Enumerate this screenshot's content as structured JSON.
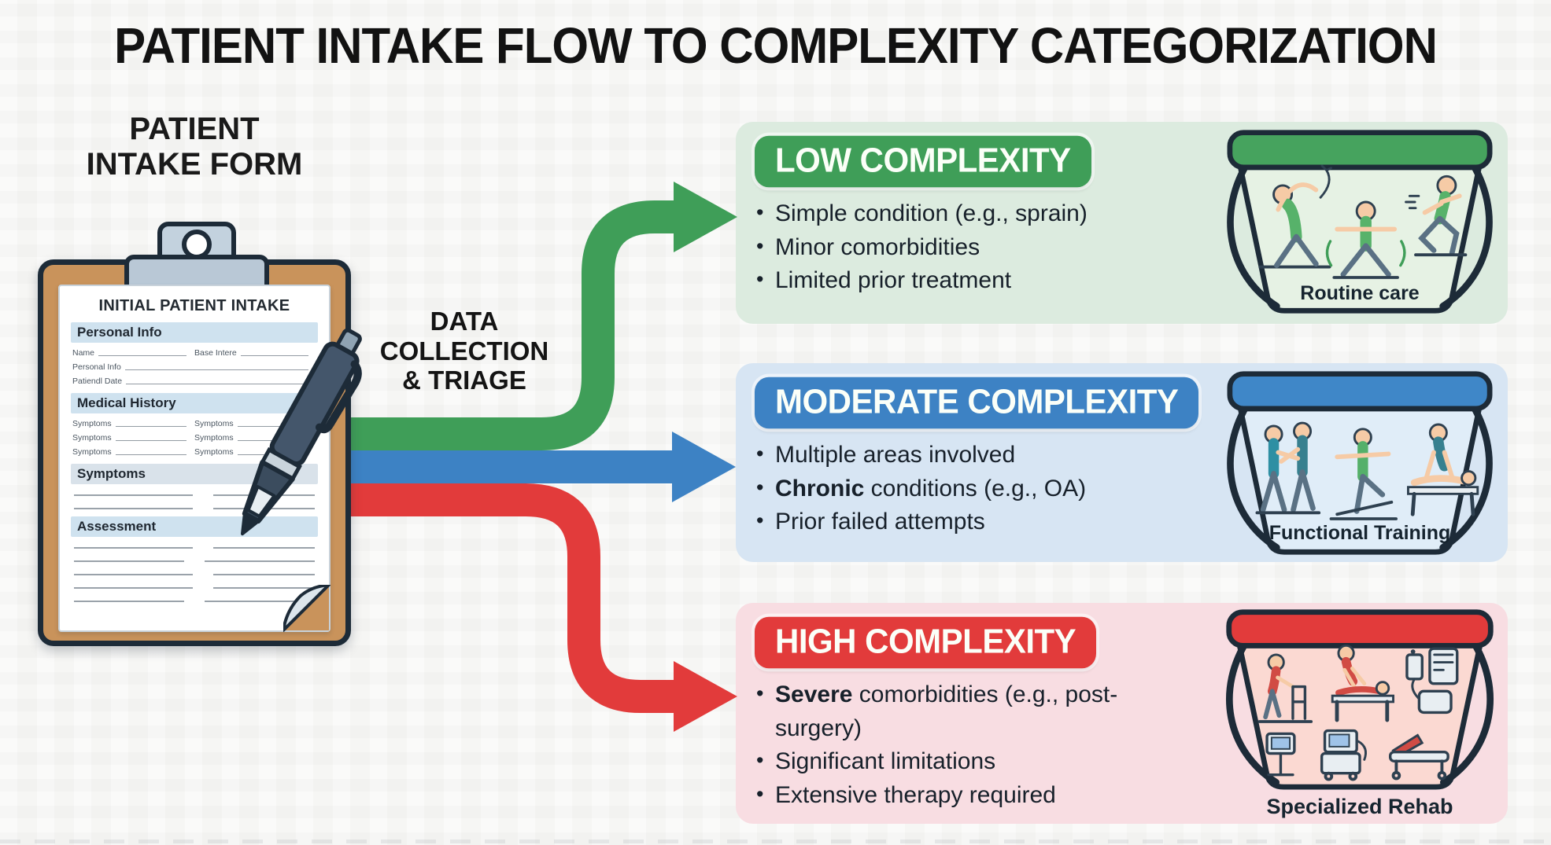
{
  "title": "PATIENT INTAKE FLOW TO COMPLEXITY CATEGORIZATION",
  "clipboard": {
    "heading_line1": "PATIENT",
    "heading_line2": "INTAKE FORM",
    "form_title": "INITIAL PATIENT INTAKE",
    "sections": {
      "personal": {
        "label": "Personal Info",
        "fields_row1": [
          "Name",
          "Base Intere"
        ],
        "fields_full": [
          "Personal Info",
          "Patiendl Date"
        ]
      },
      "history": {
        "label": "Medical History",
        "field": "Symptoms"
      },
      "symptoms": {
        "label": "Symptoms"
      },
      "assessment": {
        "label": "Assessment"
      }
    }
  },
  "flow": {
    "label_lines": [
      "DATA",
      "COLLECTION",
      "& TRIAGE"
    ]
  },
  "colors": {
    "low_accent": "#3f9e58",
    "low_panel_bg": "#dcebdf",
    "moderate_accent": "#3d82c4",
    "moderate_panel_bg": "#d7e5f3",
    "high_accent": "#e23b3b",
    "high_panel_bg": "#f8dde2",
    "clipboard_wood": "#c9935b",
    "outline_navy": "#1d2b38",
    "form_section_bar": "#cfe2ef"
  },
  "categories": [
    {
      "id": "low",
      "label": "LOW COMPLEXITY",
      "bullets": [
        "Simple condition (e.g., sprain)",
        "Minor comorbidities",
        "Limited prior treatment"
      ],
      "bucket_label": "Routine care",
      "bucket_icons": "exercise-figures"
    },
    {
      "id": "moderate",
      "label": "MODERATE COMPLEXITY",
      "bullets": [
        "Multiple areas involved",
        "**Chronic** conditions (e.g., OA)",
        "Prior failed attempts"
      ],
      "bucket_label": "Functional Training",
      "bucket_icons": "assisted-training-figures"
    },
    {
      "id": "high",
      "label": "HIGH COMPLEXITY",
      "bullets": [
        "**Severe** comorbidities (e.g., post-surgery)",
        "Significant limitations",
        "Extensive therapy required"
      ],
      "bucket_label": "Specialized Rehab",
      "bucket_icons": "rehab-equipment-figures"
    }
  ]
}
